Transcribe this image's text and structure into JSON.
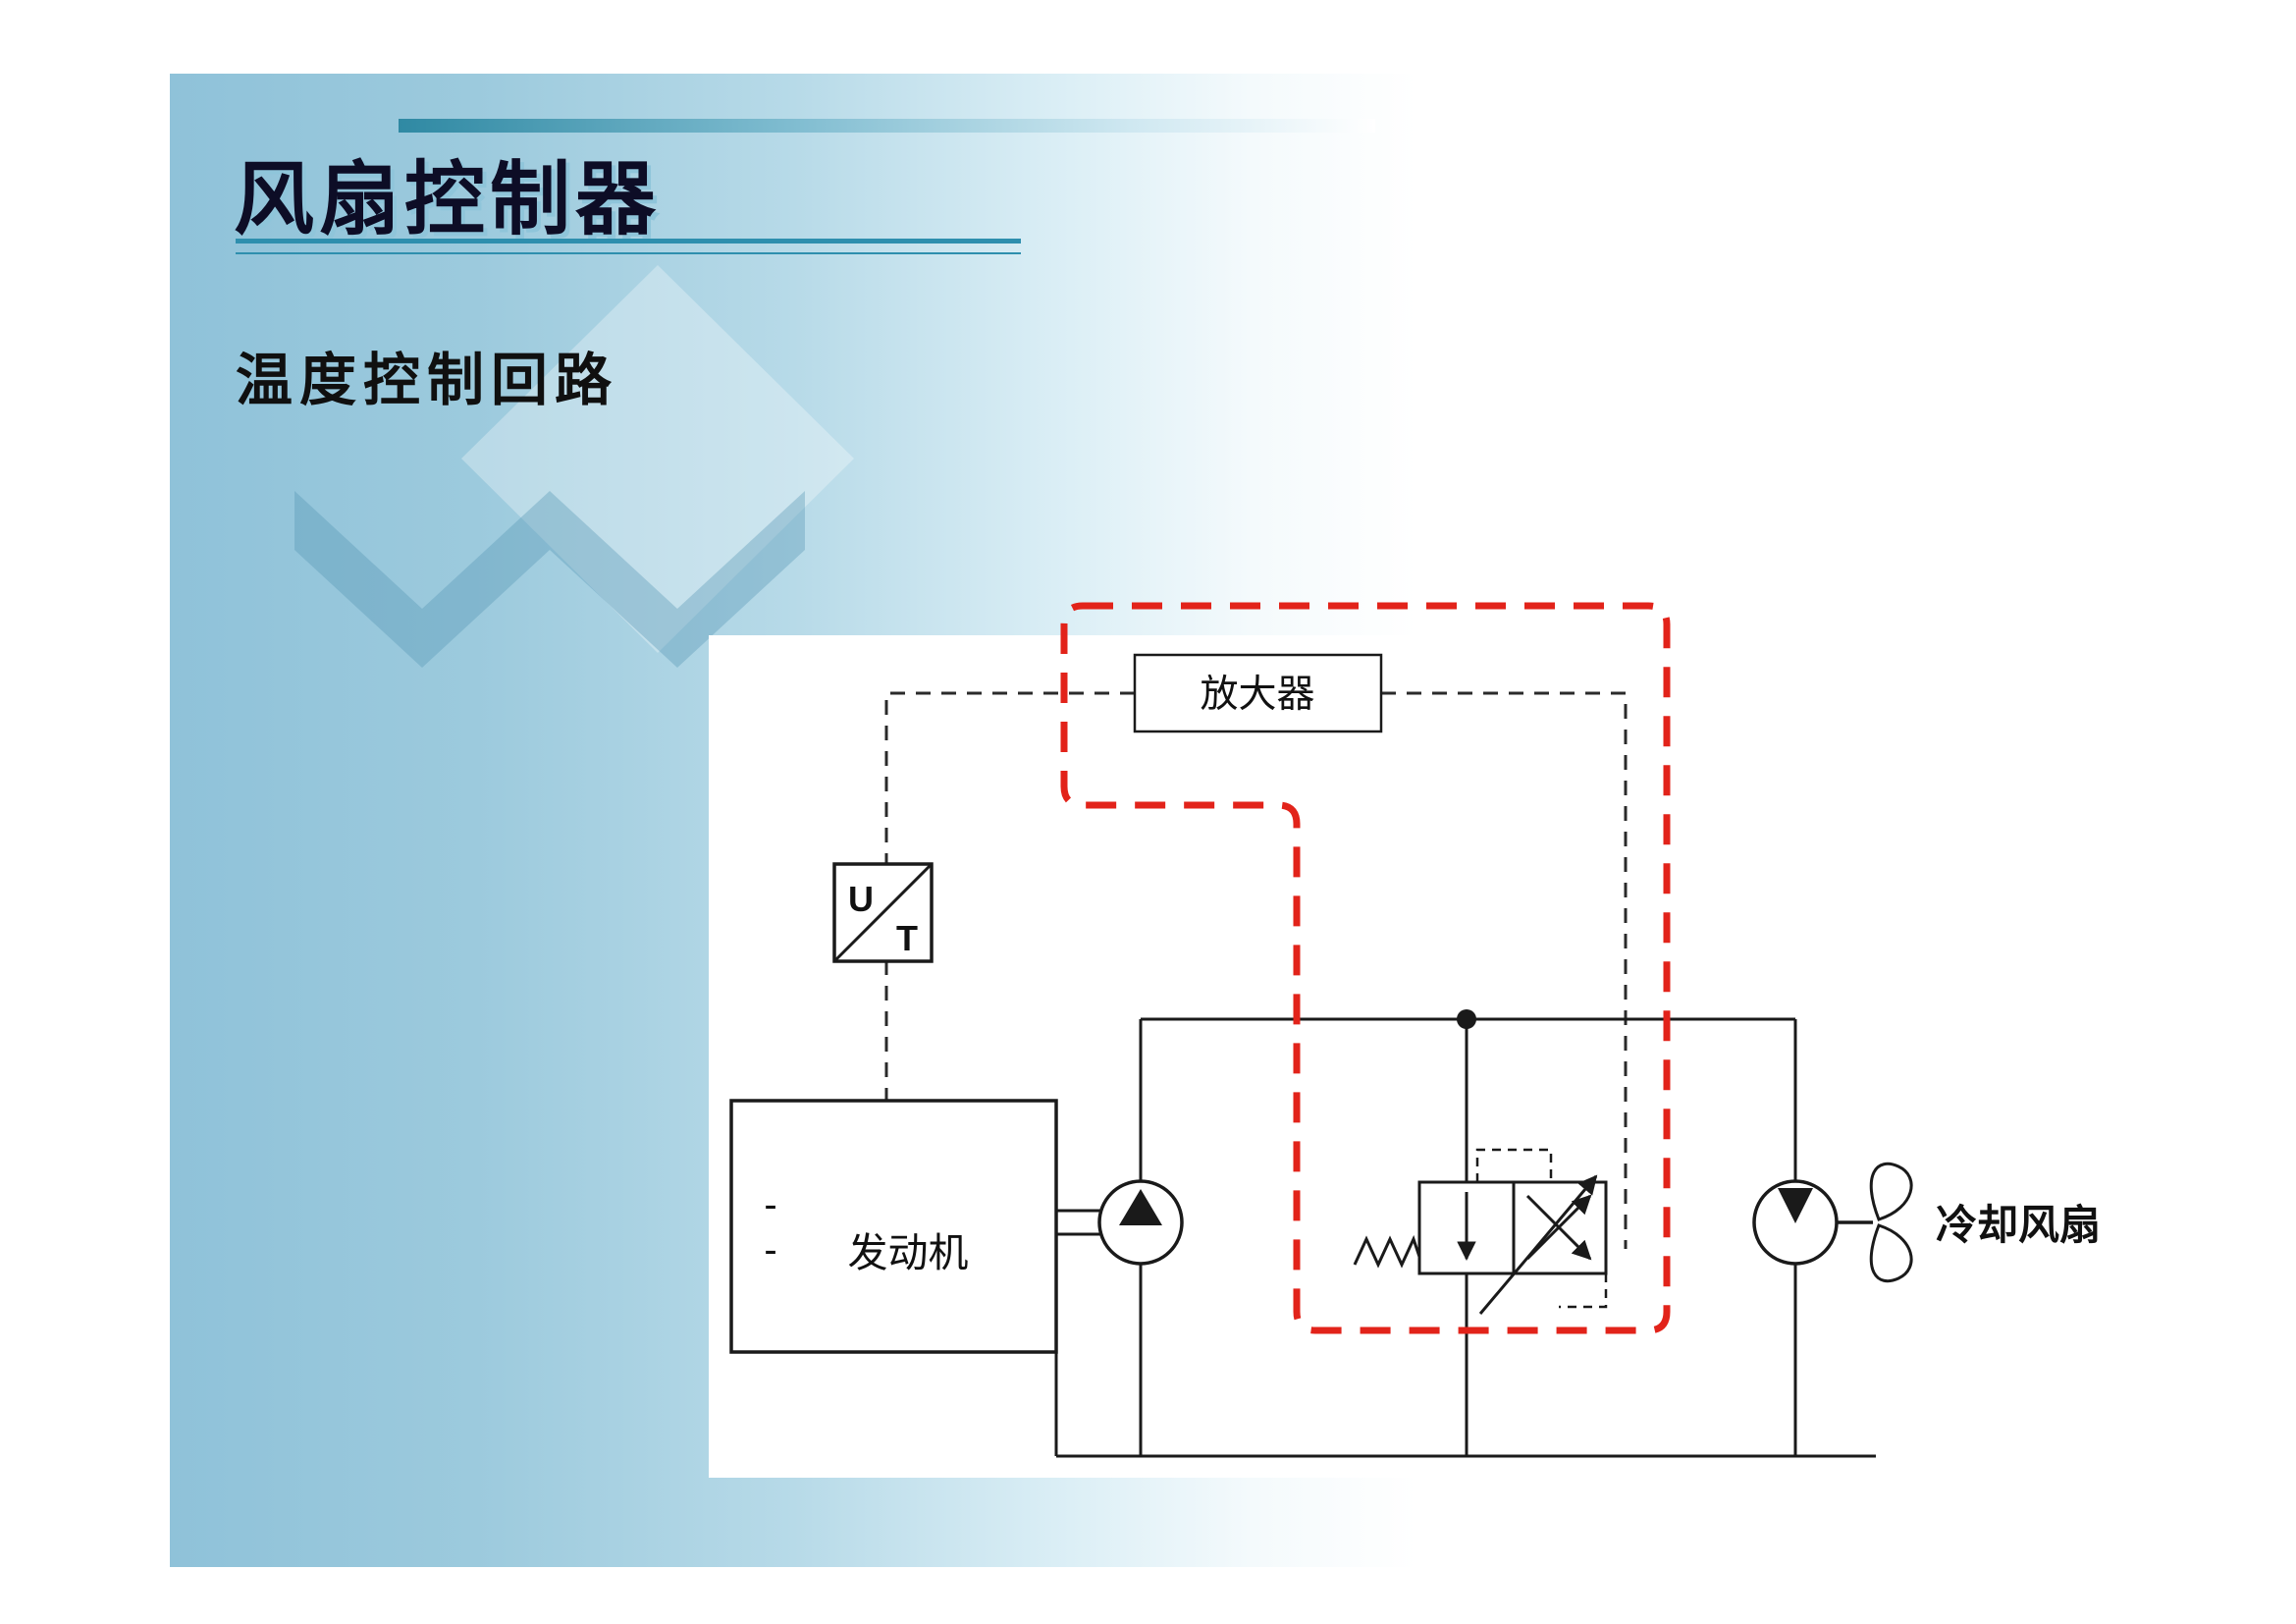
{
  "slide": {
    "title": "风扇控制器",
    "subtitle": "温度控制回路"
  },
  "diagram": {
    "amplifier_label": "放大器",
    "sensor": {
      "top": "U",
      "bottom": "T"
    },
    "engine": {
      "label": "发动机",
      "dash1": "-",
      "dash2": "-"
    },
    "fan_label": "冷却风扇"
  },
  "colors": {
    "highlight_red": "#e2231a",
    "accent_teal": "#2e8fae",
    "panel_blue": "#8fc2d9",
    "line_black": "#1a1a1a"
  }
}
